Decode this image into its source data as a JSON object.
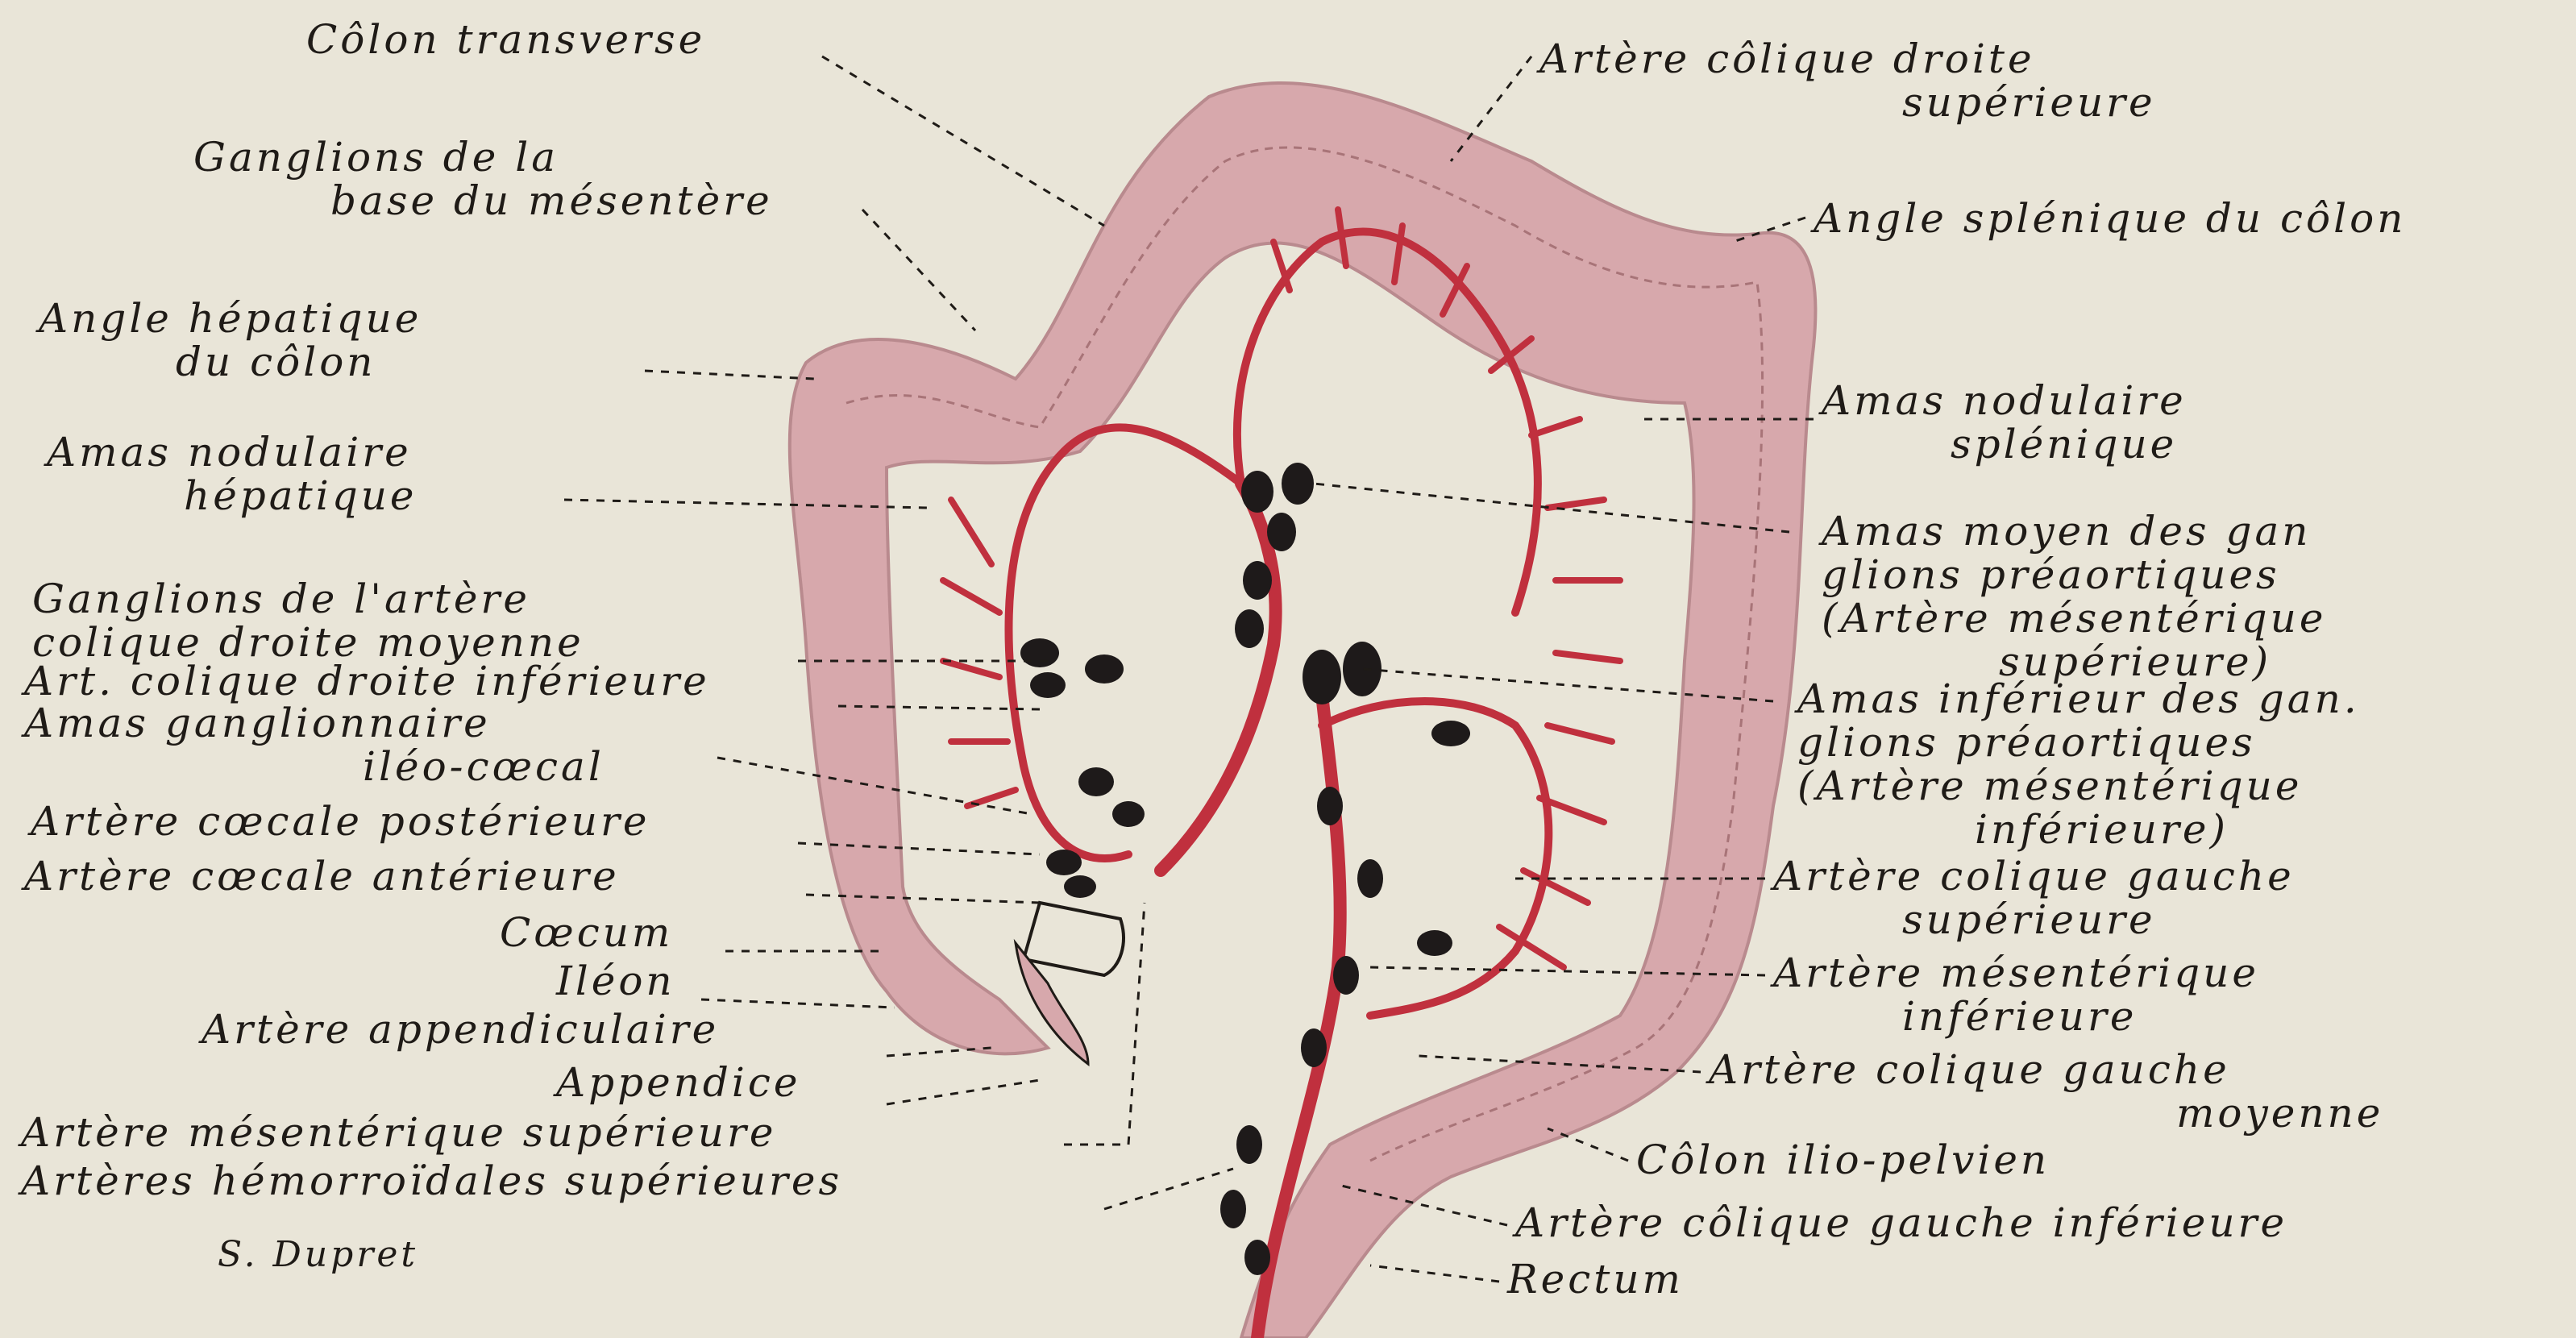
{
  "labels_left": {
    "colon_transverse": "Côlon transverse",
    "ganglions_base_1": "Ganglions de la",
    "ganglions_base_2": "base du mésentère",
    "angle_hepatique_1": "Angle hépatique",
    "angle_hepatique_2": "du côlon",
    "amas_hepatique_1": "Amas nodulaire",
    "amas_hepatique_2": "hépatique",
    "ganglions_arter_1": "Ganglions de l'artère",
    "ganglions_arter_2": "colique droite moyenne",
    "art_colique_inf": "Art. colique droite inférieure",
    "amas_ileo_1": "Amas ganglionnaire",
    "amas_ileo_2": "iléo-cœcal",
    "arter_caecale_post": "Artère cœcale postérieure",
    "arter_caecale_ant": "Artère cœcale antérieure",
    "caecum": "Cœcum",
    "ileon": "Iléon",
    "arter_appendiculaire": "Artère appendiculaire",
    "appendice": "Appendice",
    "arter_mesent_sup": "Artère mésentérique supérieure",
    "arteres_hemorr": "Artères hémorroïdales supérieures",
    "signature": "S. Dupret"
  },
  "labels_right": {
    "arter_col_droite_sup_1": "Artère côlique droite",
    "arter_col_droite_sup_2": "supérieure",
    "angle_splenique": "Angle splénique du côlon",
    "amas_splenique_1": "Amas nodulaire",
    "amas_splenique_2": "splénique",
    "amas_moyen_1": "Amas moyen des gan",
    "amas_moyen_2": "glions préaortiques",
    "amas_moyen_3": "(Artère mésentérique",
    "amas_moyen_4": "supérieure)",
    "amas_inf_1": "Amas inférieur des gan.",
    "amas_inf_2": "glions préaortiques",
    "amas_inf_3": "(Artère mésentérique",
    "amas_inf_4": "inférieure)",
    "arter_col_gauche_sup_1": "Artère colique gauche",
    "arter_col_gauche_sup_2": "supérieure",
    "arter_mesent_inf_1": "Artère mésentérique",
    "arter_mesent_inf_2": "inférieure",
    "arter_col_gauche_moy_1": "Artère colique gauche",
    "arter_col_gauche_moy_2": "moyenne",
    "colon_ilio_pelvien": "Côlon ilio-pelvien",
    "arter_col_gauche_inf": "Artère côlique gauche inférieure",
    "rectum": "Rectum"
  },
  "colors": {
    "paper": "#e9e5d8",
    "colon_fill": "#d7a8ac",
    "artery": "#c0303e",
    "node": "#1e1a1a",
    "ink": "#1f1b17"
  }
}
